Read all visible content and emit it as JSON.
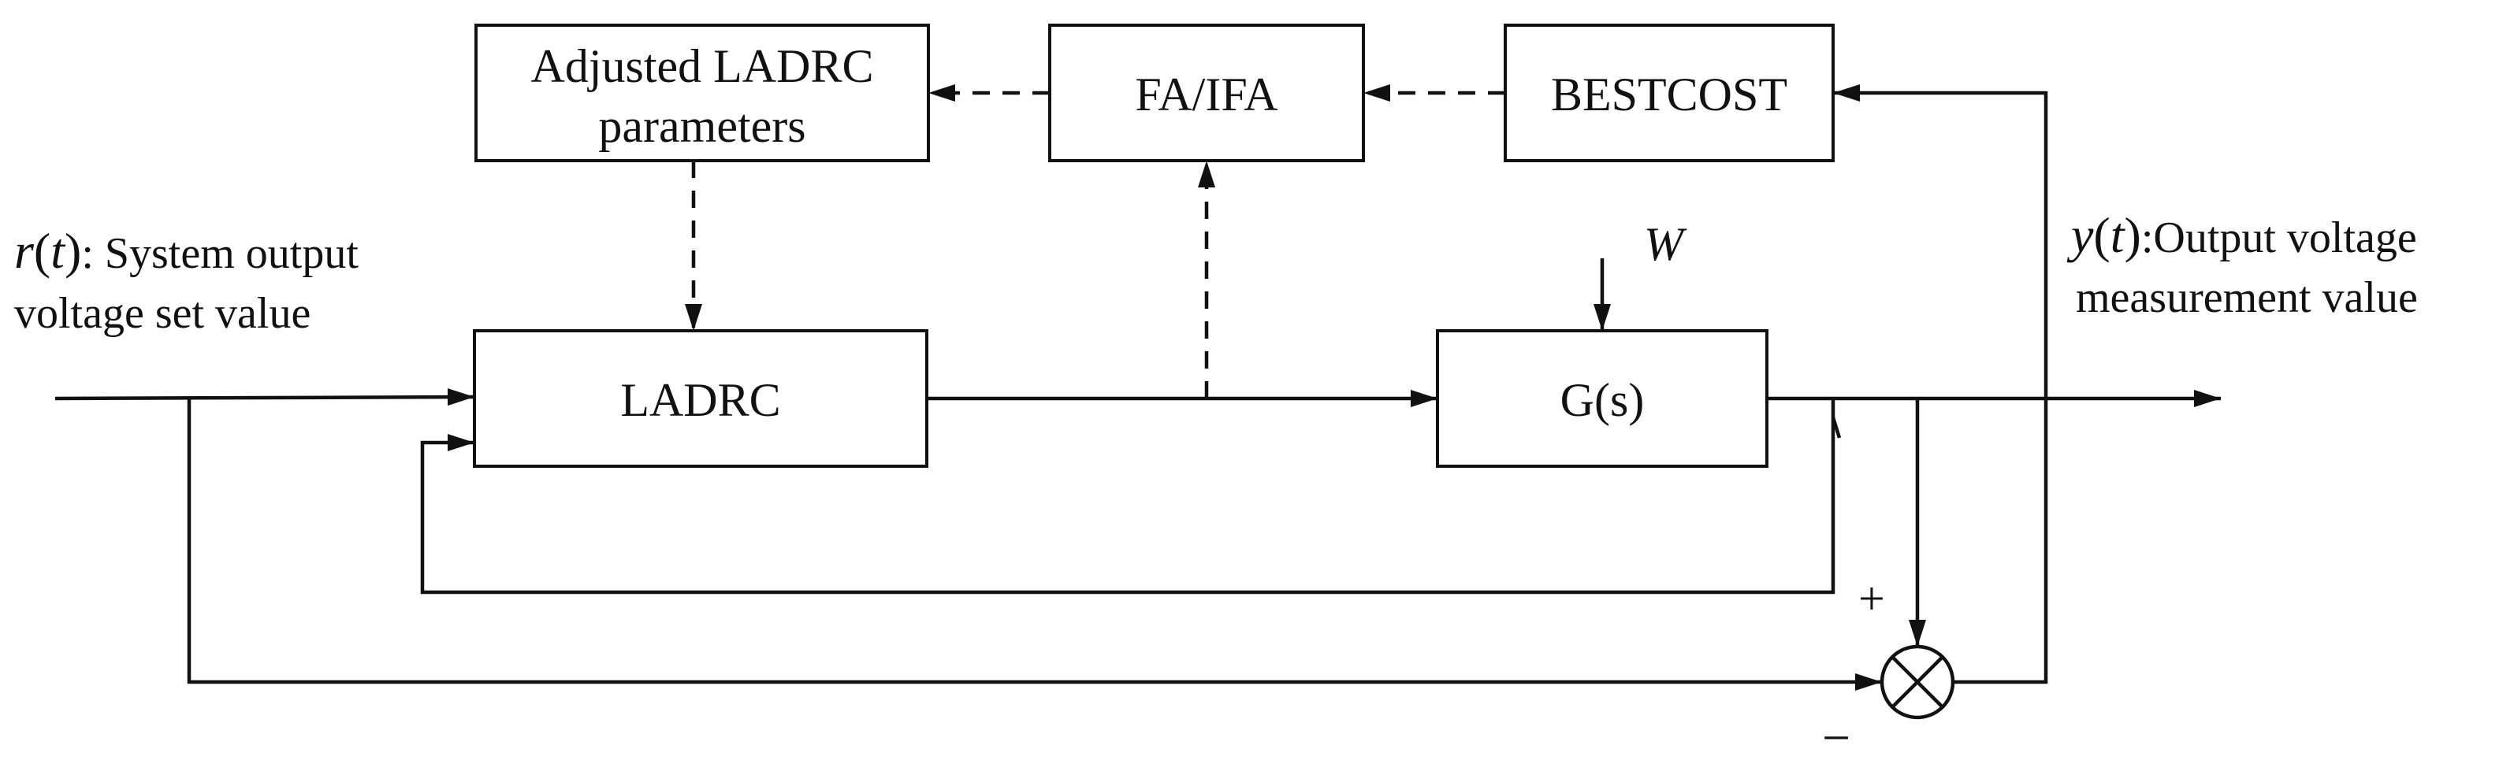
{
  "blocks": {
    "adjusted": {
      "line1": "Adjusted LADRC",
      "line2": "parameters"
    },
    "fa_ifa": {
      "label": "FA/IFA"
    },
    "bestcost": {
      "label": "BESTCOST"
    },
    "ladrc": {
      "label": "LADRC"
    },
    "plant": {
      "label": "G(s)"
    }
  },
  "labels": {
    "input": {
      "symbol": "r",
      "arg": "t",
      "text_line1": ": System output",
      "text_line2": "voltage set value"
    },
    "output": {
      "symbol": "y",
      "arg": "t",
      "text_line1": ":Output voltage",
      "text_line2": "measurement value"
    },
    "disturbance": "W",
    "plus_sign": "+",
    "minus_sign": "−"
  },
  "colors": {
    "stroke": "#111111",
    "background": "#ffffff"
  }
}
